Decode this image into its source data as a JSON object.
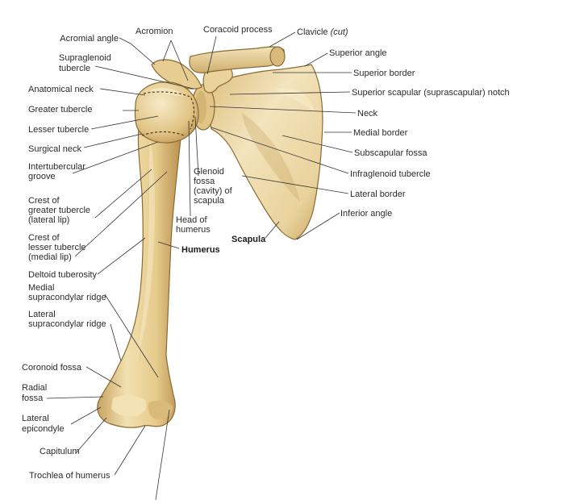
{
  "colors": {
    "bone_base": "#e8cf93",
    "bone_light": "#f5e7c0",
    "bone_shadow": "#c9a564",
    "bone_outline": "#8a6a32",
    "leader": "#333333",
    "text": "#2b2b2b"
  },
  "bone_names": {
    "humerus": "Humerus",
    "scapula": "Scapula"
  },
  "labels": {
    "acromial_angle": "Acromial angle",
    "acromion": "Acromion",
    "coracoid_process": "Coracoid process",
    "clavicle": "Clavicle",
    "clavicle_note": "(cut)",
    "supraglenoid_tubercle_1": "Supraglenoid",
    "supraglenoid_tubercle_2": "tubercle",
    "superior_angle": "Superior angle",
    "superior_border": "Superior border",
    "suprascapular_notch": "Superior scapular (suprascapular) notch",
    "anatomical_neck": "Anatomical neck",
    "greater_tubercle": "Greater tubercle",
    "neck": "Neck",
    "lesser_tubercle": "Lesser tubercle",
    "medial_border": "Medial border",
    "surgical_neck": "Surgical neck",
    "subscapular_fossa": "Subscapular fossa",
    "intertubercular_groove_1": "Intertubercular",
    "intertubercular_groove_2": "groove",
    "infraglenoid_tubercle": "Infraglenoid tubercle",
    "glenoid_fossa_1": "Glenoid",
    "glenoid_fossa_2": "fossa",
    "glenoid_fossa_3": "(cavity) of",
    "glenoid_fossa_4": "scapula",
    "lateral_border": "Lateral border",
    "crest_greater_1": "Crest of",
    "crest_greater_2": "greater tubercle",
    "crest_greater_3": "(lateral lip)",
    "inferior_angle": "Inferior angle",
    "head_of_humerus_1": "Head of",
    "head_of_humerus_2": "humerus",
    "crest_lesser_1": "Crest of",
    "crest_lesser_2": "lesser tubercle",
    "crest_lesser_3": "(medial lip)",
    "deltoid_tuberosity": "Deltoid tuberosity",
    "medial_supracondylar_1": "Medial",
    "medial_supracondylar_2": "supracondylar ridge",
    "lateral_supracondylar_1": "Lateral",
    "lateral_supracondylar_2": "supracondylar ridge",
    "coronoid_fossa": "Coronoid fossa",
    "radial_fossa_1": "Radial",
    "radial_fossa_2": "fossa",
    "lateral_epicondyle_1": "Lateral",
    "lateral_epicondyle_2": "epicondyle",
    "capitulum": "Capitulum",
    "trochlea": "Trochlea of humerus"
  }
}
